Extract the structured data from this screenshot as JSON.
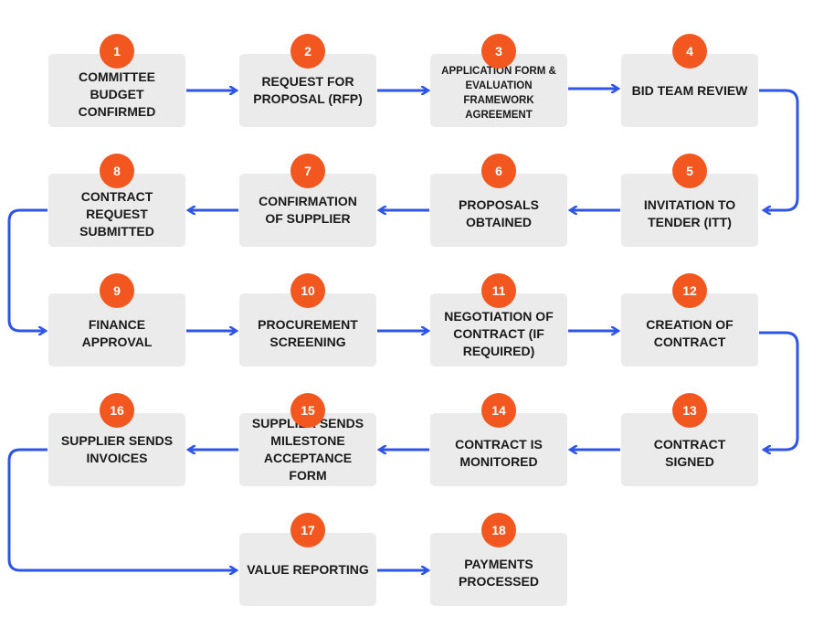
{
  "steps": [
    {
      "num": "1",
      "label": "COMMITTEE\nBUDGET\nCONFIRMED"
    },
    {
      "num": "2",
      "label": "REQUEST FOR\nPROPOSAL (RFP)"
    },
    {
      "num": "3",
      "label": "APPLICATION FORM &\nEVALUATION\nFRAMEWORK\nAGREEMENT"
    },
    {
      "num": "4",
      "label": "BID TEAM REVIEW"
    },
    {
      "num": "5",
      "label": "INVITATION TO\nTENDER (ITT)"
    },
    {
      "num": "6",
      "label": "PROPOSALS\nOBTAINED"
    },
    {
      "num": "7",
      "label": "CONFIRMATION\nOF SUPPLIER"
    },
    {
      "num": "8",
      "label": "CONTRACT\nREQUEST\nSUBMITTED"
    },
    {
      "num": "9",
      "label": "FINANCE\nAPPROVAL"
    },
    {
      "num": "10",
      "label": "PROCUREMENT\nSCREENING"
    },
    {
      "num": "11",
      "label": "NEGOTIATION OF\nCONTRACT (IF\nREQUIRED)"
    },
    {
      "num": "12",
      "label": "CREATION OF\nCONTRACT"
    },
    {
      "num": "13",
      "label": "CONTRACT\nSIGNED"
    },
    {
      "num": "14",
      "label": "CONTRACT IS\nMONITORED"
    },
    {
      "num": "15",
      "label": "SUPPLIER SENDS\nMILESTONE\nACCEPTANCE FORM"
    },
    {
      "num": "16",
      "label": "SUPPLIER SENDS\nINVOICES"
    },
    {
      "num": "17",
      "label": "VALUE REPORTING"
    },
    {
      "num": "18",
      "label": "PAYMENTS\nPROCESSED"
    }
  ],
  "colors": {
    "badge": "#f2571f",
    "box": "#ebebeb",
    "arrow": "#2f55e8",
    "text": "#1a1a1a"
  }
}
